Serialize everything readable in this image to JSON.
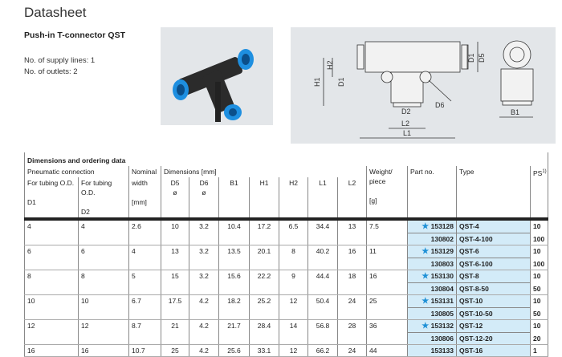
{
  "title": "Datasheet",
  "product": "Push-in T-connector QST",
  "supply_lines": "No. of supply lines: 1",
  "outlets": "No. of outlets: 2",
  "colors": {
    "accent": "#1e90d6",
    "highlight": "#d3ebf8"
  },
  "table": {
    "caption": "Dimensions and ordering data",
    "group_pneumatic": "Pneumatic connection",
    "nominal": "Nominal",
    "nominal2": "width",
    "nominal_unit": "[mm]",
    "dimensions": "Dimensions [mm]",
    "tubing1": "For tubing O.D.",
    "tubing2": "For tubing O.D.",
    "d1": "D1",
    "d2": "D2",
    "d5": "D5",
    "d6": "D6",
    "dia": "ø",
    "b1": "B1",
    "h1": "H1",
    "h2": "H2",
    "l1": "L1",
    "l2": "L2",
    "weight": "Weight/",
    "weight2": "piece",
    "weight_unit": "[g]",
    "partno": "Part no.",
    "type": "Type",
    "ps": "PS",
    "ps_sup": "1)",
    "rows": [
      {
        "d1": "4",
        "d2": "4",
        "nw": "2.6",
        "d5": "10",
        "d6": "3.2",
        "b1": "10.4",
        "h1": "17.2",
        "h2": "6.5",
        "l1": "34.4",
        "l2": "13",
        "w": "7.5",
        "parts": [
          {
            "no": "153128",
            "type": "QST-4",
            "ps": "10",
            "star": true
          },
          {
            "no": "130802",
            "type": "QST-4-100",
            "ps": "100",
            "star": false
          }
        ]
      },
      {
        "d1": "6",
        "d2": "6",
        "nw": "4",
        "d5": "13",
        "d6": "3.2",
        "b1": "13.5",
        "h1": "20.1",
        "h2": "8",
        "l1": "40.2",
        "l2": "16",
        "w": "11",
        "parts": [
          {
            "no": "153129",
            "type": "QST-6",
            "ps": "10",
            "star": true
          },
          {
            "no": "130803",
            "type": "QST-6-100",
            "ps": "100",
            "star": false
          }
        ]
      },
      {
        "d1": "8",
        "d2": "8",
        "nw": "5",
        "d5": "15",
        "d6": "3.2",
        "b1": "15.6",
        "h1": "22.2",
        "h2": "9",
        "l1": "44.4",
        "l2": "18",
        "w": "16",
        "parts": [
          {
            "no": "153130",
            "type": "QST-8",
            "ps": "10",
            "star": true
          },
          {
            "no": "130804",
            "type": "QST-8-50",
            "ps": "50",
            "star": false
          }
        ]
      },
      {
        "d1": "10",
        "d2": "10",
        "nw": "6.7",
        "d5": "17.5",
        "d6": "4.2",
        "b1": "18.2",
        "h1": "25.2",
        "h2": "12",
        "l1": "50.4",
        "l2": "24",
        "w": "25",
        "parts": [
          {
            "no": "153131",
            "type": "QST-10",
            "ps": "10",
            "star": true
          },
          {
            "no": "130805",
            "type": "QST-10-50",
            "ps": "50",
            "star": false
          }
        ]
      },
      {
        "d1": "12",
        "d2": "12",
        "nw": "8.7",
        "d5": "21",
        "d6": "4.2",
        "b1": "21.7",
        "h1": "28.4",
        "h2": "14",
        "l1": "56.8",
        "l2": "28",
        "w": "36",
        "parts": [
          {
            "no": "153132",
            "type": "QST-12",
            "ps": "10",
            "star": true
          },
          {
            "no": "130806",
            "type": "QST-12-20",
            "ps": "20",
            "star": false
          }
        ]
      },
      {
        "d1": "16",
        "d2": "16",
        "nw": "10.7",
        "d5": "25",
        "d6": "4.2",
        "b1": "25.6",
        "h1": "33.1",
        "h2": "12",
        "l1": "66.2",
        "l2": "24",
        "w": "44",
        "parts": [
          {
            "no": "153133",
            "type": "QST-16",
            "ps": "1",
            "star": false
          }
        ]
      }
    ]
  },
  "drawing_labels": {
    "h1": "H1",
    "h2": "H2",
    "d1a": "D1",
    "d1b": "D1",
    "d5": "D5",
    "d2": "D2",
    "d6": "D6",
    "l2": "L2",
    "l1": "L1",
    "b1": "B1"
  },
  "icons": {
    "preferred": "star-icon"
  }
}
